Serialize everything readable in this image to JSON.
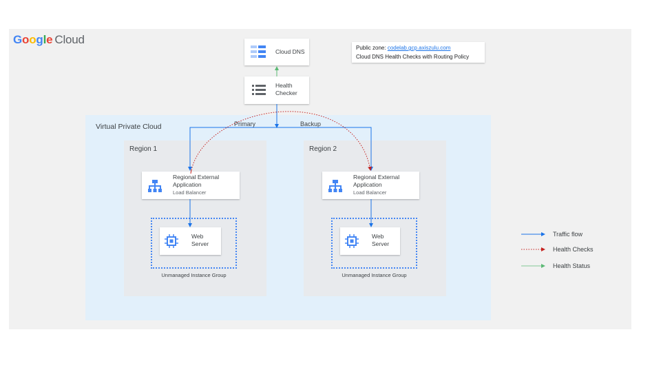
{
  "brand": {
    "google": "Google",
    "cloud": "Cloud"
  },
  "dns": {
    "label": "Cloud DNS",
    "icon": "cloud-dns-icon"
  },
  "health_checker": {
    "line1": "Health",
    "line2": "Checker",
    "icon": "list-icon"
  },
  "zone_note": {
    "prefix": "Public zone: ",
    "domain": "codelab.gcp.axiszulu.com",
    "line2": "Cloud DNS Health Checks with Routing Policy"
  },
  "vpc": {
    "label": "Virtual Private Cloud"
  },
  "edges": {
    "primary": "Primary",
    "backup": "Backup"
  },
  "regions": [
    {
      "label": "Region 1",
      "lb": {
        "line1": "Regional External",
        "line2": "Application",
        "line3": "Load Balancer"
      },
      "server": {
        "line1": "Web",
        "line2": "Server"
      },
      "group_label": "Unmanaged Instance Group"
    },
    {
      "label": "Region 2",
      "lb": {
        "line1": "Regional External",
        "line2": "Application",
        "line3": "Load Balancer"
      },
      "server": {
        "line1": "Web",
        "line2": "Server"
      },
      "group_label": "Unmanaged Instance Group"
    }
  ],
  "legend": [
    {
      "label": "Traffic flow",
      "color": "#1a73e8",
      "style": "solid"
    },
    {
      "label": "Health Checks",
      "color": "#c5221f",
      "style": "dotted"
    },
    {
      "label": "Health Status",
      "color": "#81c995",
      "style": "solid"
    }
  ],
  "colors": {
    "traffic": "#1a73e8",
    "health_check": "#c5221f",
    "health_status": "#5bb974",
    "icon_blue": "#4285f4",
    "icon_grey": "#5f6368"
  }
}
